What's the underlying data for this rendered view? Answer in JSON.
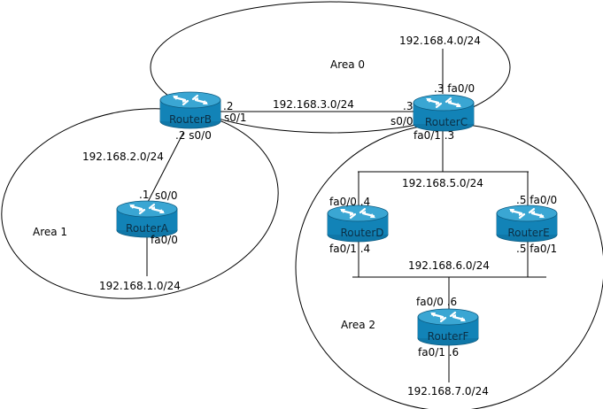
{
  "areas": {
    "area0": "Area 0",
    "area1": "Area 1",
    "area2": "Area 2"
  },
  "routers": {
    "a": "RouterA",
    "b": "RouterB",
    "c": "RouterC",
    "d": "RouterD",
    "e": "RouterE",
    "f": "RouterF"
  },
  "networks": {
    "n1": "192.168.1.0/24",
    "n2": "192.168.2.0/24",
    "n3": "192.168.3.0/24",
    "n4": "192.168.4.0/24",
    "n5": "192.168.5.0/24",
    "n6": "192.168.6.0/24",
    "n7": "192.168.7.0/24"
  },
  "interfaces": {
    "b_link_c": ".2",
    "b_s01": "s0/1",
    "b_down": ".2  s0/0",
    "c_link_b": ".3",
    "c_s00": "s0/0",
    "c_up": ".3  fa0/0",
    "c_down": "fa0/1  .3",
    "a_up_ip": ".1",
    "a_up_if": "s0/0",
    "a_down": "fa0/0",
    "d_up": "fa0/0  .4",
    "d_down": "fa0/1  .4",
    "e_up": ".5  fa0/0",
    "e_down": ".5  fa0/1",
    "f_up": "fa0/0   .6",
    "f_down": "fa0/1    .6"
  },
  "colors": {
    "router_body": "#1283b7",
    "router_top": "#3aa6d3",
    "router_dark": "#0b6a95",
    "line": "#000000"
  },
  "icons": {
    "router": "cisco-router-icon"
  }
}
